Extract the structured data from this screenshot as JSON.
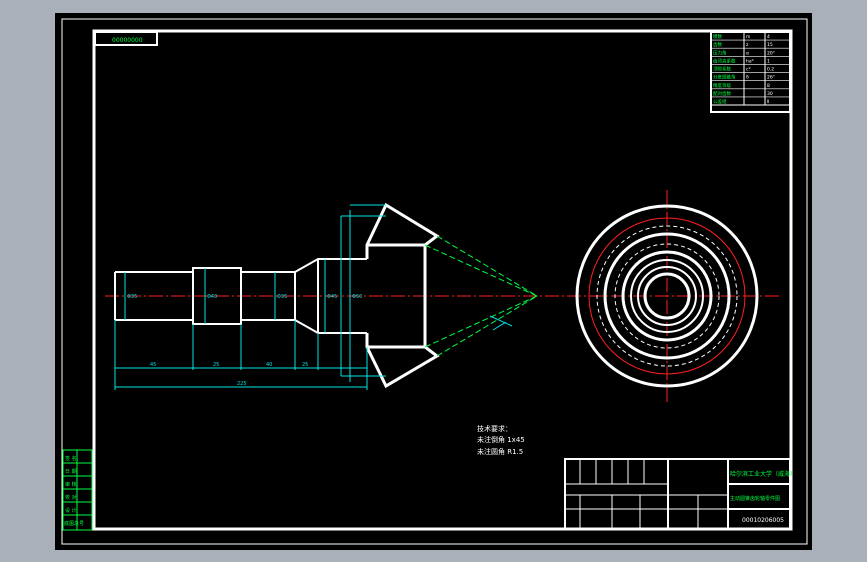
{
  "colors": {
    "background": "#a9b0ba",
    "canvas": "#000000",
    "sheet_border": "#ffffff",
    "dimension": "#00e5e5",
    "text": "#00ff40",
    "center_line": "#ff2020",
    "hidden_line": "#ffffff"
  },
  "drawing": {
    "stamp_label": "00000000",
    "notes": {
      "heading": "技术要求：",
      "line1": "未注倒角 1x45",
      "line2": "未注圆角 R1.5"
    },
    "param_table": {
      "rows": [
        [
          "模数",
          "m",
          "4"
        ],
        [
          "齿数",
          "z",
          "15"
        ],
        [
          "压力角",
          "α",
          "20°"
        ],
        [
          "齿顶高系数",
          "ha*",
          "1"
        ],
        [
          "顶隙系数",
          "c*",
          "0.2"
        ],
        [
          "分度圆锥角",
          "δ",
          "26°"
        ],
        [
          "精度等级",
          "",
          "8"
        ],
        [
          "配对齿数",
          "",
          "30"
        ],
        [
          "公差组",
          "",
          "Ⅱ"
        ]
      ]
    },
    "title_block": {
      "school": "哈尔滨工业大学（威海）",
      "part_name": "主动圆锥齿轮轴零件图",
      "drawing_number": "00010206005"
    },
    "left_stamp": {
      "rows": [
        "签 名",
        "日 期",
        "审 核",
        "校 对",
        "设 计",
        "底图总号"
      ]
    },
    "dim_labels": {
      "d1": "Φ35",
      "d2": "Φ40",
      "d3": "Φ35",
      "d4": "Φ45",
      "d5": "Φ50",
      "l1": "45",
      "l2": "25",
      "l3": "40",
      "l4": "25",
      "total": "225"
    }
  }
}
